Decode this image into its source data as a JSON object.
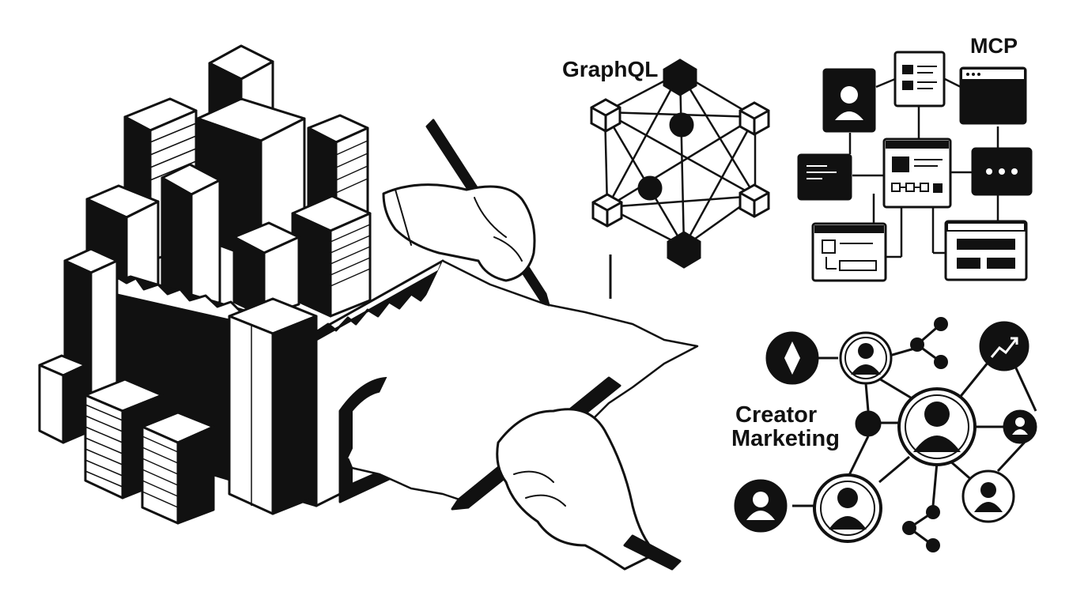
{
  "labels": {
    "graphql": "GraphQL",
    "mcp": "MCP",
    "creator_line1": "Creator",
    "creator_line2": "Marketing"
  },
  "icons": [
    "skyscraper-fortress",
    "pencil-hand-icon",
    "pen-hand-icon",
    "graph-network-icon",
    "app-window-icon",
    "user-card-icon",
    "more-dots-icon",
    "user-icon",
    "share-icon",
    "trending-up-icon",
    "diamond-icon"
  ],
  "colors": {
    "ink": "#111111",
    "paper": "#ffffff"
  }
}
